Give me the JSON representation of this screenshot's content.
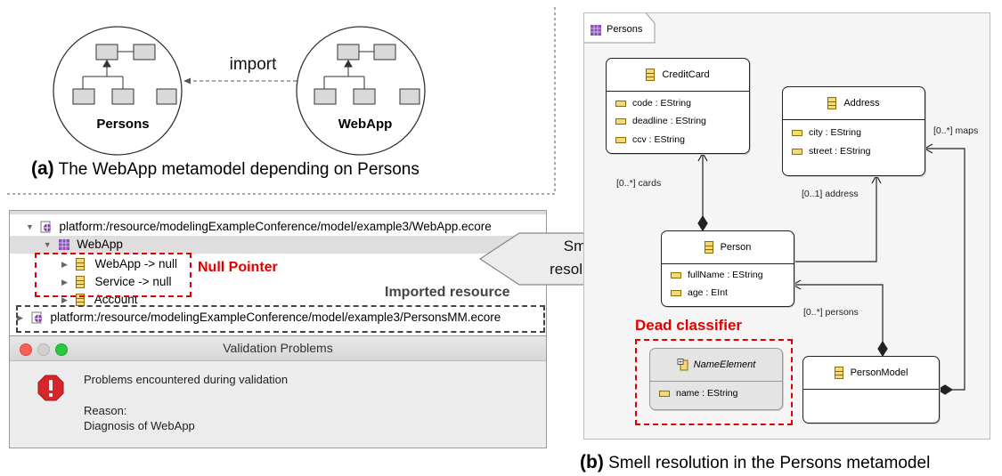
{
  "panel_a": {
    "import_label": "import",
    "persons_label": "Persons",
    "webapp_label": "WebApp",
    "caption_tag": "(a)",
    "caption_text": "The WebApp metamodel depending on Persons"
  },
  "tree": {
    "rows": [
      "platform:/resource/modelingExampleConference/model/example3/WebApp.ecore",
      "WebApp",
      "WebApp -> null",
      "Service -> null",
      "Account",
      "platform:/resource/modelingExampleConference/model/example3/PersonsMM.ecore"
    ],
    "null_pointer_label": "Null Pointer",
    "imported_resource_label": "Imported resource"
  },
  "callout": {
    "line1": "Smell",
    "line2": "resolution"
  },
  "dialog": {
    "title": "Validation Problems",
    "message": "Problems encountered during validation",
    "reason_label": "Reason:",
    "reason_text": "Diagnosis of WebApp"
  },
  "diagram": {
    "tab_label": "Persons",
    "dead_classifier_label": "Dead classifier",
    "classes": {
      "creditcard": {
        "name": "CreditCard",
        "attrs": [
          "code : EString",
          "deadline : EString",
          "ccv : EString"
        ]
      },
      "address": {
        "name": "Address",
        "attrs": [
          "city : EString",
          "street : EString"
        ]
      },
      "person": {
        "name": "Person",
        "attrs": [
          "fullName : EString",
          "age : EInt"
        ]
      },
      "nameelement": {
        "name": "NameElement",
        "attrs": [
          "name : EString"
        ]
      },
      "personmodel": {
        "name": "PersonModel",
        "attrs": []
      }
    },
    "edges": {
      "cards": "[0..*] cards",
      "address": "[0..1] address",
      "maps": "[0..*] maps",
      "persons": "[0..*] persons"
    }
  },
  "caption_b": {
    "tag": "(b)",
    "text": "Smell resolution in the Persons metamodel"
  },
  "colors": {
    "red": "#e00000",
    "package": "#7b3fa0",
    "class_icon": "#f3d977"
  }
}
